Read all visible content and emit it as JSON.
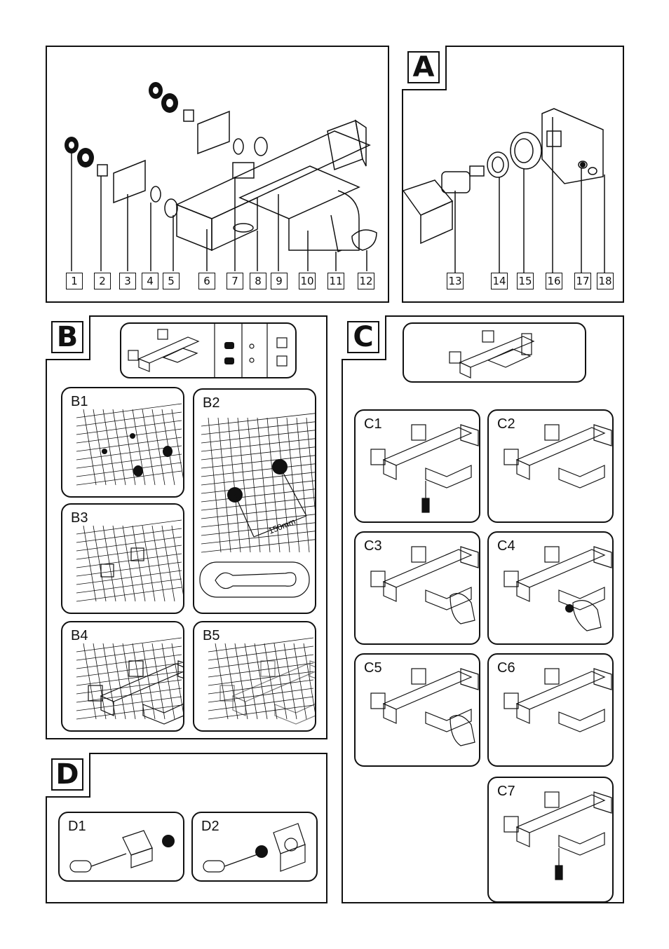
{
  "sections": {
    "main_letter": "",
    "a_letter": "A",
    "b_letter": "B",
    "c_letter": "C",
    "d_letter": "D"
  },
  "part_numbers": {
    "main": [
      "1",
      "2",
      "3",
      "4",
      "5",
      "6",
      "7",
      "8",
      "9",
      "10",
      "11",
      "12"
    ],
    "a": [
      "13",
      "14",
      "15",
      "16",
      "17",
      "18"
    ]
  },
  "panels_b": [
    "B1",
    "B2",
    "B3",
    "B4",
    "B5"
  ],
  "panels_c": [
    "C1",
    "C2",
    "C3",
    "C4",
    "C5",
    "C6",
    "C7"
  ],
  "panels_d": [
    "D1",
    "D2"
  ],
  "b2_dimension": "150mm"
}
